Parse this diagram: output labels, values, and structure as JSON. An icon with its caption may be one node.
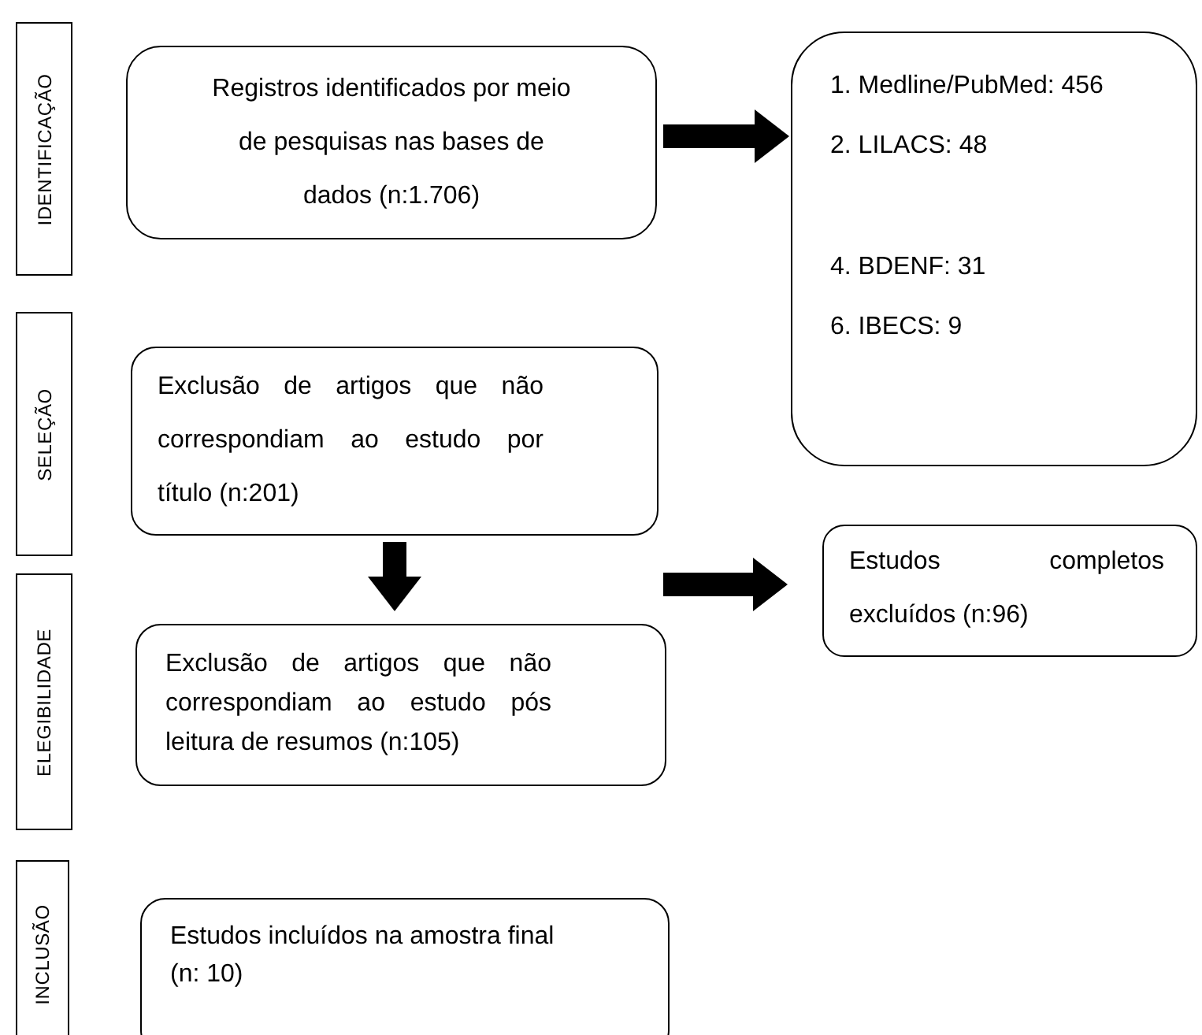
{
  "diagram": {
    "nodes": [
      {
        "text": [
          "IDENTIFICAÇÃO"
        ]
      },
      {
        "text": [
          "Registros identificados por meio de pesquisas nas bases de dados (n:1.706)"
        ]
      },
      {
        "text": [
          "1. Medline/PubMed: 456",
          "2. LILACS: 48",
          "4. BDENF: 31",
          "6. IBECS: 9"
        ]
      },
      {
        "text": [
          "SELEÇÃO"
        ]
      },
      {
        "text": [
          "Exclusão de artigos que não correspondiam ao estudo por título (n:201)"
        ]
      },
      {
        "text": [
          "ELEGIBILIDADE"
        ]
      },
      {
        "text": [
          "Exclusão de artigos que não correspondiam ao estudo pós leitura de resumos (n:105)"
        ]
      },
      {
        "text": [
          "Estudos completos excluídos (n:96)"
        ]
      },
      {
        "text": [
          "INCLUSÃO"
        ]
      },
      {
        "text": [
          "Estudos incluídos na amostra final (n: 10)"
        ]
      }
    ],
    "edges": [
      {
        "from": 1,
        "to": 2,
        "arrow": "to"
      },
      {
        "from": 4,
        "to": 6,
        "arrow": "to"
      },
      {
        "from": null,
        "to": 7,
        "arrow": "to"
      }
    ]
  }
}
